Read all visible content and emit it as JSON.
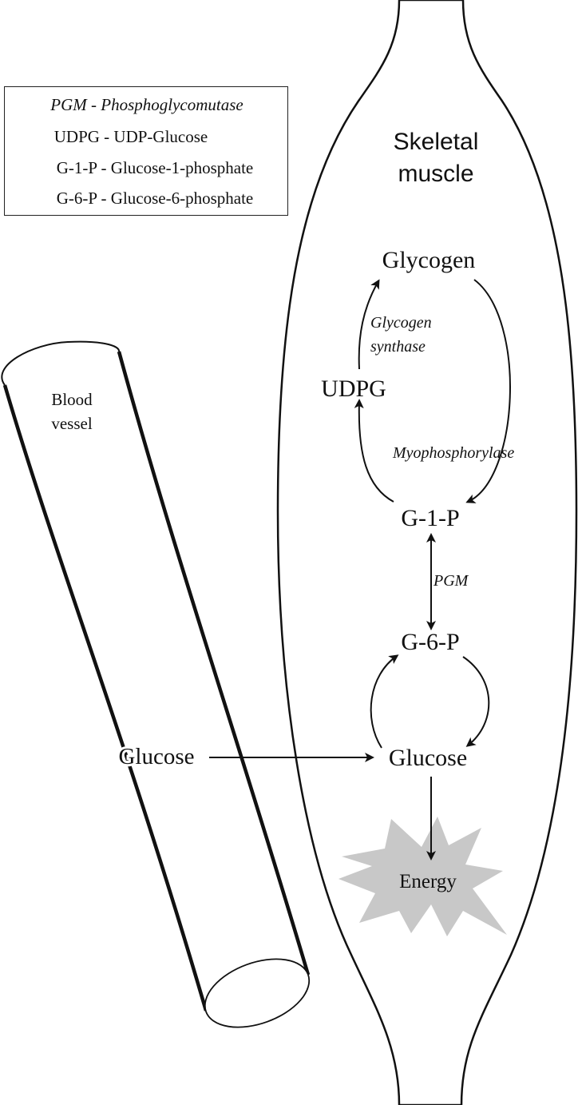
{
  "legend": {
    "items": [
      "PGM - Phosphoglycomutase",
      "UDPG - UDP-Glucose",
      "G-1-P - Glucose-1-phosphate",
      "G-6-P - Glucose-6-phosphate"
    ]
  },
  "muscle": {
    "title_line1": "Skeletal",
    "title_line2": "muscle"
  },
  "vessel": {
    "label_line1": "Blood",
    "label_line2": "vessel",
    "glucose": "Glucose"
  },
  "nodes": {
    "glycogen": "Glycogen",
    "udpg": "UDPG",
    "g1p": "G-1-P",
    "g6p": "G-6-P",
    "glucose": "Glucose",
    "energy": "Energy"
  },
  "enzymes": {
    "glycogen_synthase_line1": "Glycogen",
    "glycogen_synthase_line2": "synthase",
    "myophosphorylase": "Myophosphorylase",
    "pgm": "PGM"
  },
  "colors": {
    "outline": "#111111",
    "energy_burst": "#c8c8c8"
  }
}
